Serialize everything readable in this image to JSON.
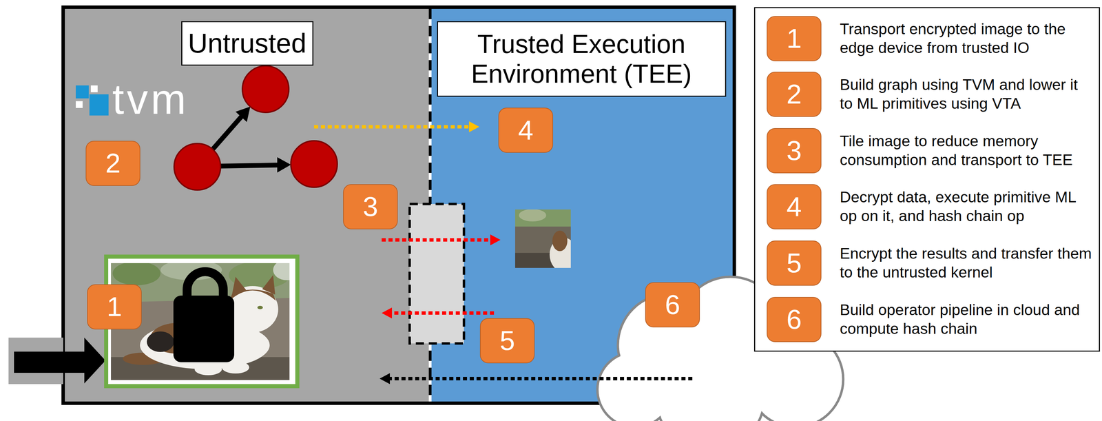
{
  "diagram": {
    "nodes": [
      {
        "text": [
          "Untrusted"
        ]
      },
      {
        "text": [
          "Trusted Execution Environment (TEE)"
        ]
      }
    ],
    "labels": [
      "tvm",
      "2",
      "4",
      "3",
      "1",
      "6",
      "5",
      "1",
      "2",
      "3",
      "4",
      "5",
      "6"
    ],
    "legend": [
      {
        "text": "Transport encrypted image to the edge device from trusted IO",
        "color": "#ed7d31"
      },
      {
        "text": "Build graph using TVM and lower it to ML primitives using VTA",
        "color": "#ed7d31"
      },
      {
        "text": "Tile image to reduce memory consumption and transport to TEE",
        "color": "#ed7d31"
      },
      {
        "text": "Decrypt data, execute primitive ML op on it, and hash chain op",
        "color": "#ed7d31"
      },
      {
        "text": "Encrypt the results and transfer them to the untrusted kernel",
        "color": "#ed7d31"
      },
      {
        "text": "Build operator pipeline in cloud and compute hash chain",
        "color": "#ed7d31"
      }
    ]
  }
}
